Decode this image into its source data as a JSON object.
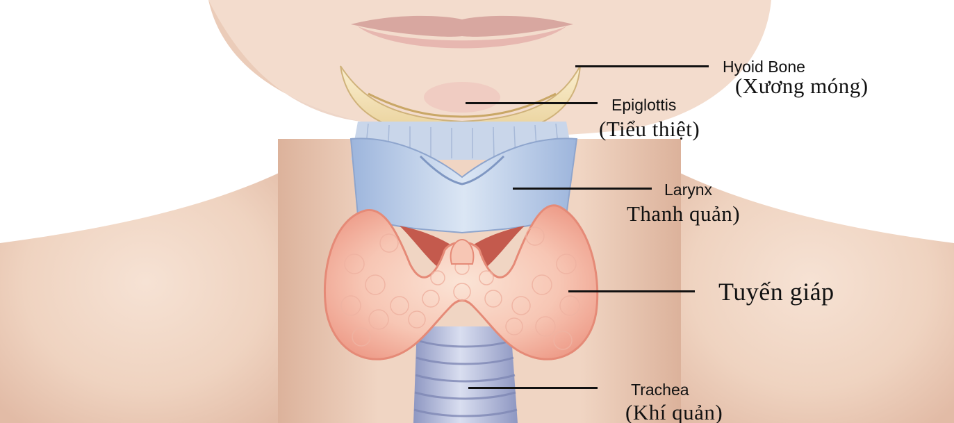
{
  "labels": {
    "hyoid": {
      "en": "Hyoid Bone",
      "vi": "(Xương móng)"
    },
    "epiglottis": {
      "en": "Epiglottis",
      "vi": "(Tiểu thiệt)"
    },
    "larynx": {
      "en": "Larynx",
      "vi": "Thanh quản)"
    },
    "thyroid": {
      "vi": "Tuyến giáp"
    },
    "trachea": {
      "en": "Trachea",
      "vi": "(Khí quản)"
    }
  },
  "colors": {
    "skin": "#f1d6c4",
    "skin_shadow": "#d9b49f",
    "thyroid": "#f6b7a6",
    "larynx": "#b9cde8",
    "trachea": "#b7bfdd",
    "hyoid": "#f1dfb2",
    "muscle": "#c45a4d"
  }
}
